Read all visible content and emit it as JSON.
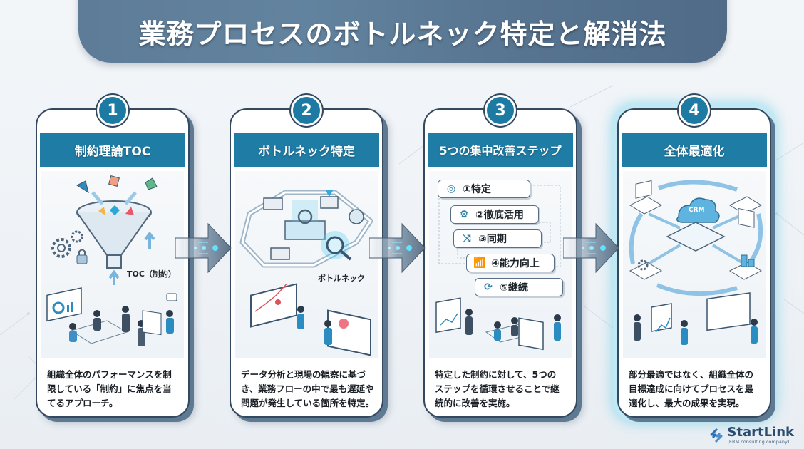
{
  "title": "業務プロセスのボトルネック特定と解消法",
  "colors": {
    "banner": "#5e7c97",
    "header_blue": "#1f7ca5",
    "number_blue": "#1d7aa3",
    "card_border": "#35495e",
    "glow": "#5ac8e6",
    "text_dark": "#1a1f25"
  },
  "cards": [
    {
      "number": "1",
      "heading": "制約理論TOC",
      "illustration_label": "TOC（制約）",
      "illustration_icons": [
        "funnel-icon",
        "gear-icon",
        "lock-icon",
        "up-arrow-icon",
        "dashboard-icon",
        "people-meeting-icon"
      ],
      "description": "組織全体のパフォーマンスを制\n限している「制約」に焦点を当\nてるアプローチ。"
    },
    {
      "number": "2",
      "heading": "ボトルネック特定",
      "illustration_label": "ボトルネック",
      "illustration_icons": [
        "process-flow-icon",
        "magnifier-icon",
        "chart-monitor-icon",
        "people-analysis-icon"
      ],
      "description": "データ分析と現場の観察に基づ\nき、業務フローの中で最も遅延や\n問題が発生している箇所を特定。"
    },
    {
      "number": "3",
      "heading": "5つの集中改善ステップ",
      "steps": [
        {
          "label": "①特定",
          "icon": "target-icon"
        },
        {
          "label": "②徹底活用",
          "icon": "hand-gear-icon"
        },
        {
          "label": "③同期",
          "icon": "shuffle-icon"
        },
        {
          "label": "④能力向上",
          "icon": "growth-chart-icon"
        },
        {
          "label": "⑤継続",
          "icon": "refresh-icon"
        }
      ],
      "description": "特定した制約に対して、5つの\nステップを循環させることで継\n続的に改善を実施。"
    },
    {
      "number": "4",
      "heading": "全体最適化",
      "illustration_label": "CRM",
      "illustration_icons": [
        "cloud-crm-icon",
        "chart-monitor-icon",
        "gear-icon",
        "coins-icon",
        "cycle-arrows-icon"
      ],
      "description": "部分最適ではなく、組織全体の\n目標達成に向けてプロセスを最\n適化し、最大の成果を実現。"
    }
  ],
  "logo": {
    "name": "StartLink",
    "subtitle": "(ERM consulting company)"
  }
}
